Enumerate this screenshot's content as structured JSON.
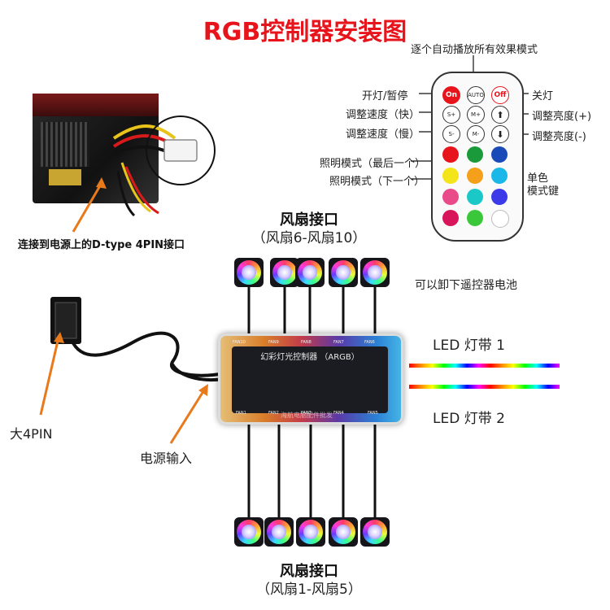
{
  "title": "RGB控制器安装图",
  "colors": {
    "title": "#e8141c",
    "arrow": "#e87a1c",
    "on_button": "#e8141c"
  },
  "psu_label": "连接到电源上的D-type 4PIN接口",
  "remote": {
    "top_label": "逐个自动播放所有效果模式",
    "buttons": {
      "on": "On",
      "auto": "AUTO",
      "off": "Off",
      "speed_up": "S+",
      "bright_up": "M+",
      "speed_down": "S-",
      "bright_down": "M-"
    },
    "left_labels": [
      "开灯/暂停",
      "调整速度（快）",
      "调整速度（慢）",
      "照明模式（最后一个）",
      "照明模式（下一个）"
    ],
    "right_labels": [
      "关灯",
      "调整亮度(+)",
      "调整亮度(-)",
      "单色",
      "模式键"
    ],
    "color_buttons": [
      "#e8141c",
      "#1a9a3a",
      "#1a4ab8",
      "#f4e41a",
      "#f4a01a",
      "#1ab8e8",
      "#e84a8a",
      "#1ac8c8",
      "#3a3ae8",
      "#d8145a",
      "#3ac83a",
      "#ffffff"
    ],
    "battery_note": "可以卸下遥控器电池"
  },
  "fans_top": {
    "heading": "风扇接口",
    "range": "（风扇6-风扇10）"
  },
  "fans_bottom": {
    "heading": "风扇接口",
    "range": "（风扇1-风扇5）"
  },
  "controller": {
    "title": "幻彩灯光控制器 （ARGB）",
    "ports_top": [
      "FAN10",
      "FAN9",
      "FAN8",
      "FAN7",
      "FAN6"
    ],
    "ports_bottom": [
      "FAN1",
      "FAN2",
      "FAN3",
      "FAN4",
      "FAN5"
    ],
    "watermark": "海航电脑配件批发"
  },
  "led": {
    "strip1": "LED 灯带 1",
    "strip2": "LED 灯带 2"
  },
  "connector_label": "大4PIN",
  "power_input_label": "电源输入"
}
